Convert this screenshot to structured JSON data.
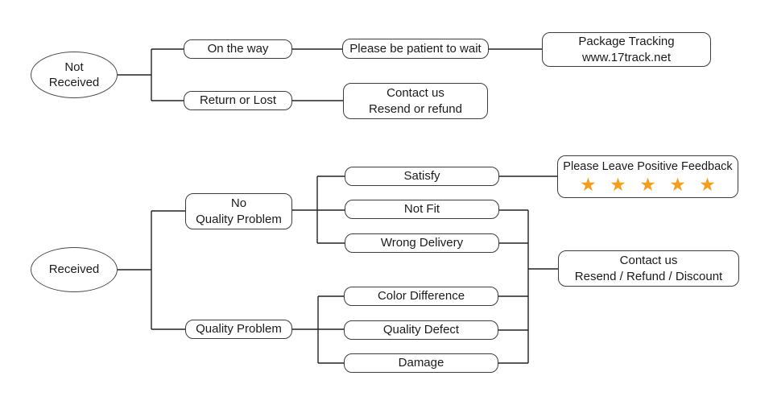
{
  "diagram": {
    "background_color": "#ffffff",
    "line_color": "#222222",
    "box_border_color": "#3d3d3d",
    "star_color": "#F59E1B",
    "nodes": {
      "not_received": {
        "shape": "ellipse",
        "lines": [
          "Not",
          "Received"
        ]
      },
      "on_the_way": {
        "shape": "box",
        "lines": [
          "On the way"
        ]
      },
      "return_or_lost": {
        "shape": "box",
        "lines": [
          "Return or Lost"
        ]
      },
      "be_patient": {
        "shape": "box",
        "lines": [
          "Please be patient to wait"
        ]
      },
      "package_tracking": {
        "shape": "box",
        "lines": [
          "Package Tracking",
          "www.17track.net"
        ]
      },
      "contact_resend_refund": {
        "shape": "box",
        "lines": [
          "Contact us",
          "Resend or refund"
        ]
      },
      "received": {
        "shape": "ellipse",
        "lines": [
          "Received"
        ]
      },
      "no_quality_problem": {
        "shape": "box",
        "lines": [
          "No",
          "Quality Problem"
        ]
      },
      "quality_problem": {
        "shape": "box",
        "lines": [
          "Quality Problem"
        ]
      },
      "satisfy": {
        "shape": "box",
        "lines": [
          "Satisfy"
        ]
      },
      "not_fit": {
        "shape": "box",
        "lines": [
          "Not Fit"
        ]
      },
      "wrong_delivery": {
        "shape": "box",
        "lines": [
          "Wrong Delivery"
        ]
      },
      "color_difference": {
        "shape": "box",
        "lines": [
          "Color Difference"
        ]
      },
      "quality_defect": {
        "shape": "box",
        "lines": [
          "Quality Defect"
        ]
      },
      "damage": {
        "shape": "box",
        "lines": [
          "Damage"
        ]
      },
      "positive_feedback": {
        "shape": "box",
        "title": "Please Leave Positive Feedback",
        "stars": "★ ★ ★ ★ ★",
        "star_count": 5
      },
      "contact_discount": {
        "shape": "box",
        "lines": [
          "Contact us",
          "Resend / Refund / Discount"
        ]
      }
    },
    "edges": [
      [
        "not_received",
        "on_the_way"
      ],
      [
        "not_received",
        "return_or_lost"
      ],
      [
        "on_the_way",
        "be_patient"
      ],
      [
        "be_patient",
        "package_tracking"
      ],
      [
        "return_or_lost",
        "contact_resend_refund"
      ],
      [
        "received",
        "no_quality_problem"
      ],
      [
        "received",
        "quality_problem"
      ],
      [
        "no_quality_problem",
        "satisfy"
      ],
      [
        "no_quality_problem",
        "not_fit"
      ],
      [
        "no_quality_problem",
        "wrong_delivery"
      ],
      [
        "satisfy",
        "positive_feedback"
      ],
      [
        "not_fit",
        "contact_discount"
      ],
      [
        "wrong_delivery",
        "contact_discount"
      ],
      [
        "quality_problem",
        "color_difference"
      ],
      [
        "quality_problem",
        "quality_defect"
      ],
      [
        "quality_problem",
        "damage"
      ],
      [
        "color_difference",
        "contact_discount"
      ],
      [
        "quality_defect",
        "contact_discount"
      ],
      [
        "damage",
        "contact_discount"
      ]
    ]
  }
}
